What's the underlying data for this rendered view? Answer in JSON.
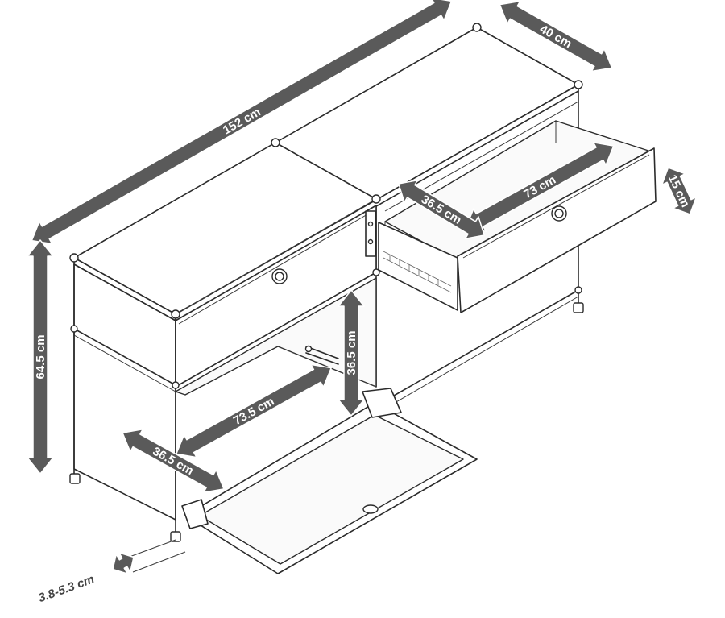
{
  "dimensions": {
    "width": "152 cm",
    "depth": "40 cm",
    "height": "64.5 cm",
    "drawer_width": "73 cm",
    "drawer_depth": "36.5 cm",
    "drawer_height": "15 cm",
    "flap_width": "73.5 cm",
    "flap_depth": "36.5 cm",
    "flap_height": "36.5 cm",
    "foot_adjust": "3.8-5.3 cm"
  },
  "colors": {
    "arrow": "#5a5a5a",
    "line": "#2b2b2b",
    "background": "#ffffff"
  }
}
